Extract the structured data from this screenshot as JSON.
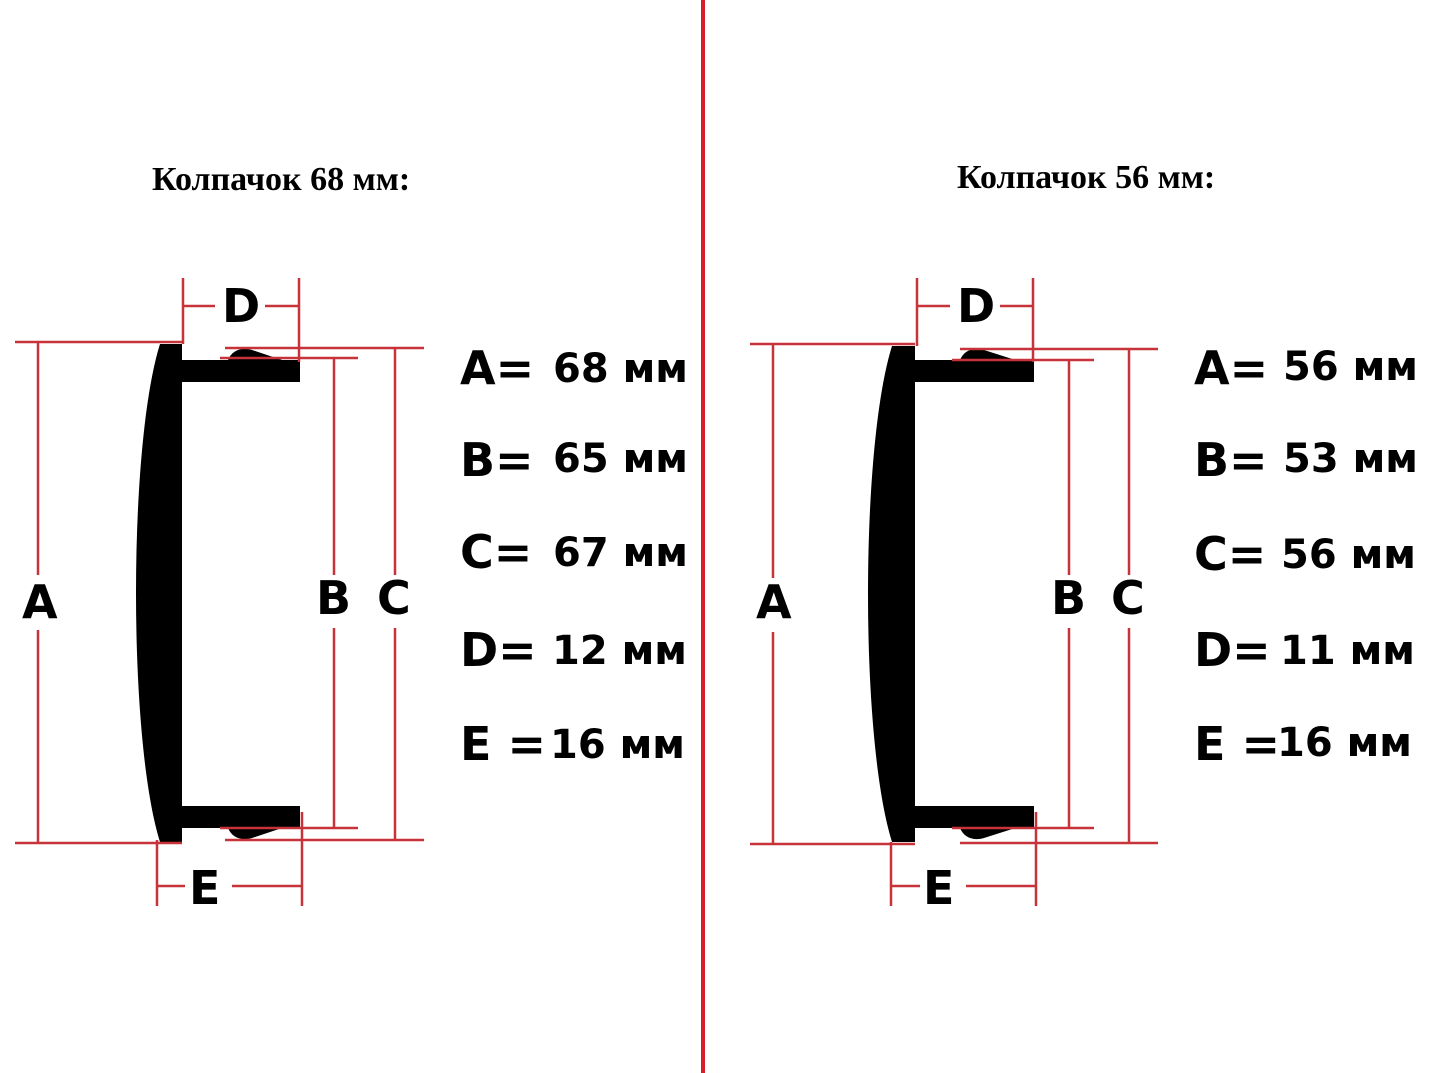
{
  "colors": {
    "dimension_line": "#c8333a",
    "divider": "#d3202a",
    "part": "#000000"
  },
  "caps": [
    {
      "title": "Колпачок 68 мм:",
      "labels": {
        "a": "A",
        "b": "B",
        "c": "C",
        "d": "D",
        "e": "E"
      },
      "specs": [
        {
          "key": "A=",
          "value": "68 мм"
        },
        {
          "key": "B=",
          "value": "65 мм"
        },
        {
          "key": "C=",
          "value": "67 мм"
        },
        {
          "key": "D=",
          "value": "12 мм"
        },
        {
          "key": "E =",
          "value": "16 мм"
        }
      ]
    },
    {
      "title": "Колпачок 56 мм:",
      "labels": {
        "a": "A",
        "b": "B",
        "c": "C",
        "d": "D",
        "e": "E"
      },
      "specs": [
        {
          "key": "A=",
          "value": "56 мм"
        },
        {
          "key": "B=",
          "value": "53 мм"
        },
        {
          "key": "C=",
          "value": "56 мм"
        },
        {
          "key": "D=",
          "value": "11 мм"
        },
        {
          "key": "E =",
          "value": "16 мм"
        }
      ]
    }
  ]
}
